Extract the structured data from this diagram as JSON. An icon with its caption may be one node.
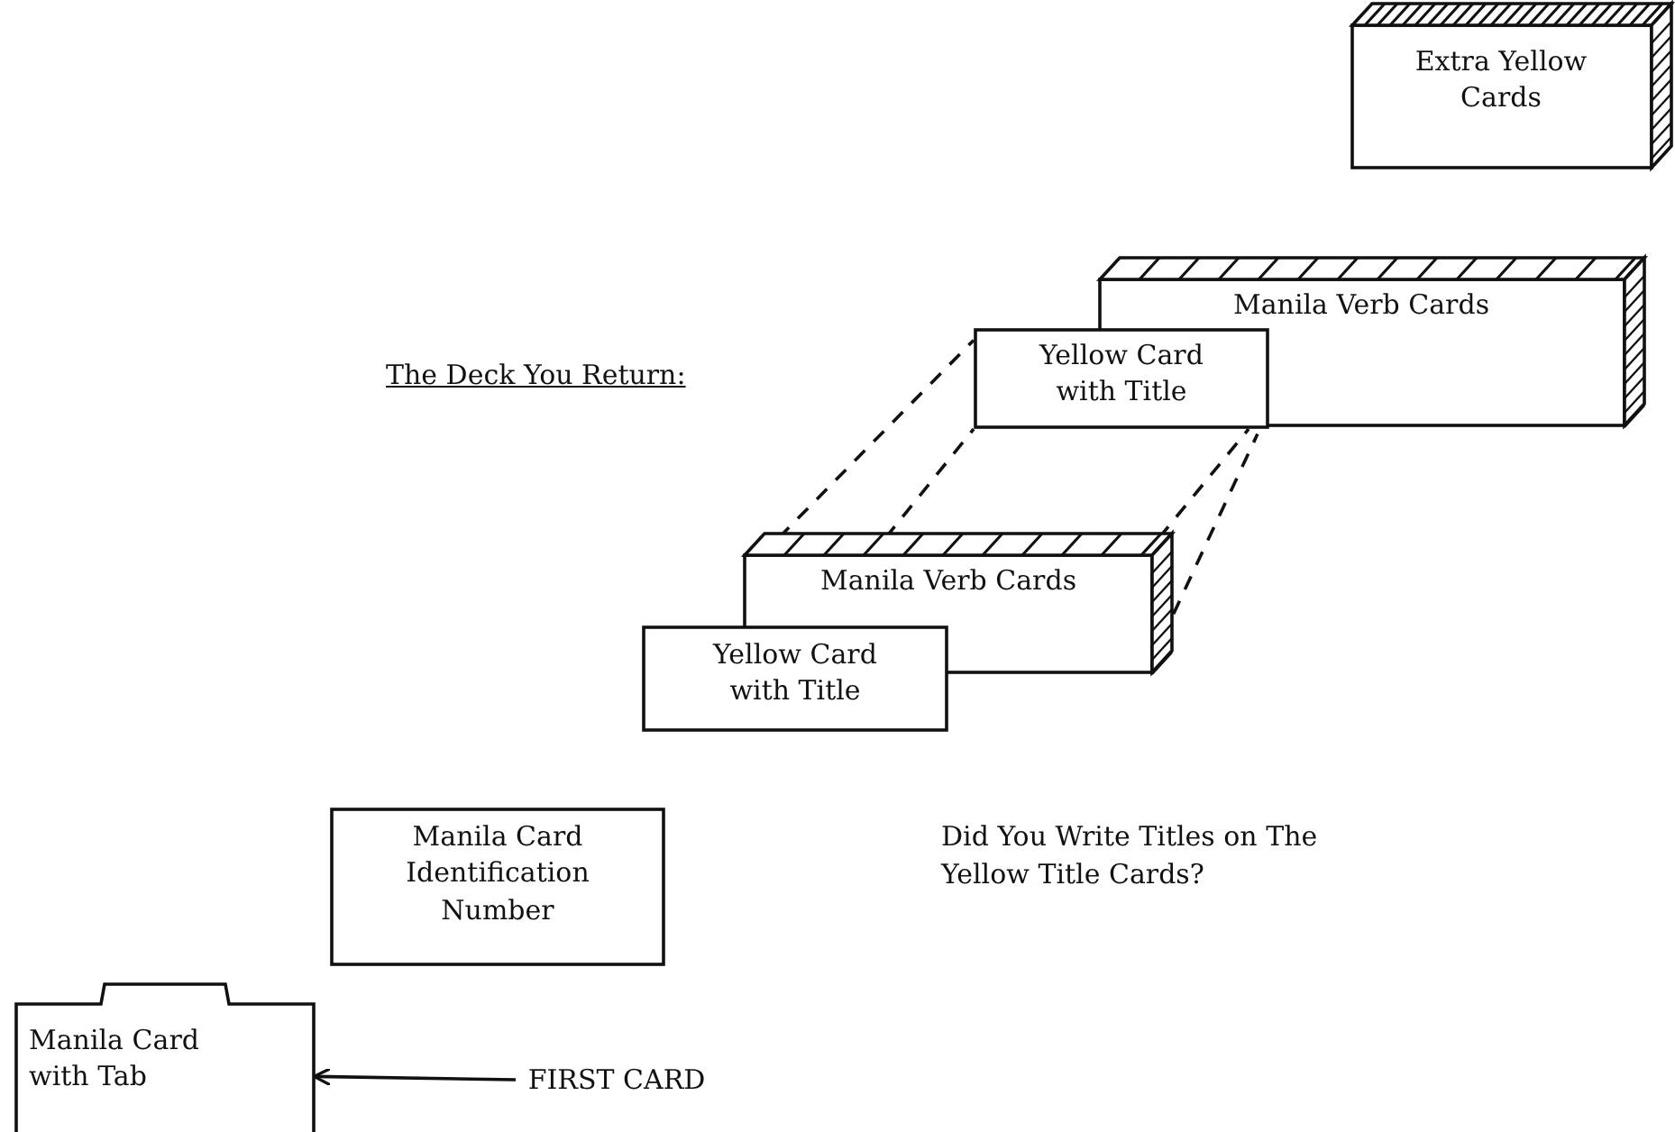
{
  "diagram": {
    "nodes": [
      {
        "text": [
          "Extra Yellow Cards"
        ]
      },
      {
        "text": [
          "Manila Verb Cards"
        ]
      },
      {
        "text": [
          "Yellow Card with Title"
        ]
      },
      {
        "text": [
          "Manila Verb Cards"
        ]
      },
      {
        "text": [
          "Yellow Card with Title"
        ]
      },
      {
        "text": [
          "Manila Card Identification Number"
        ]
      },
      {
        "text": [
          "Manila Card with Tab"
        ]
      },
      {
        "text": [
          "FIRST CARD"
        ]
      }
    ],
    "edges": [
      {
        "from": 3,
        "to": 2,
        "arrow": "none",
        "style": "dashed"
      },
      {
        "from": 3,
        "to": 2,
        "arrow": "none",
        "style": "dashed"
      },
      {
        "from": 3,
        "to": 2,
        "arrow": "none",
        "style": "dashed"
      },
      {
        "from": 3,
        "to": 2,
        "arrow": "none",
        "style": "dashed"
      },
      {
        "from": 7,
        "to": 6,
        "arrow": "to"
      }
    ],
    "labels": [
      "The Deck You Return:",
      "Did You Write Titles on The Yellow Title Cards?"
    ]
  }
}
